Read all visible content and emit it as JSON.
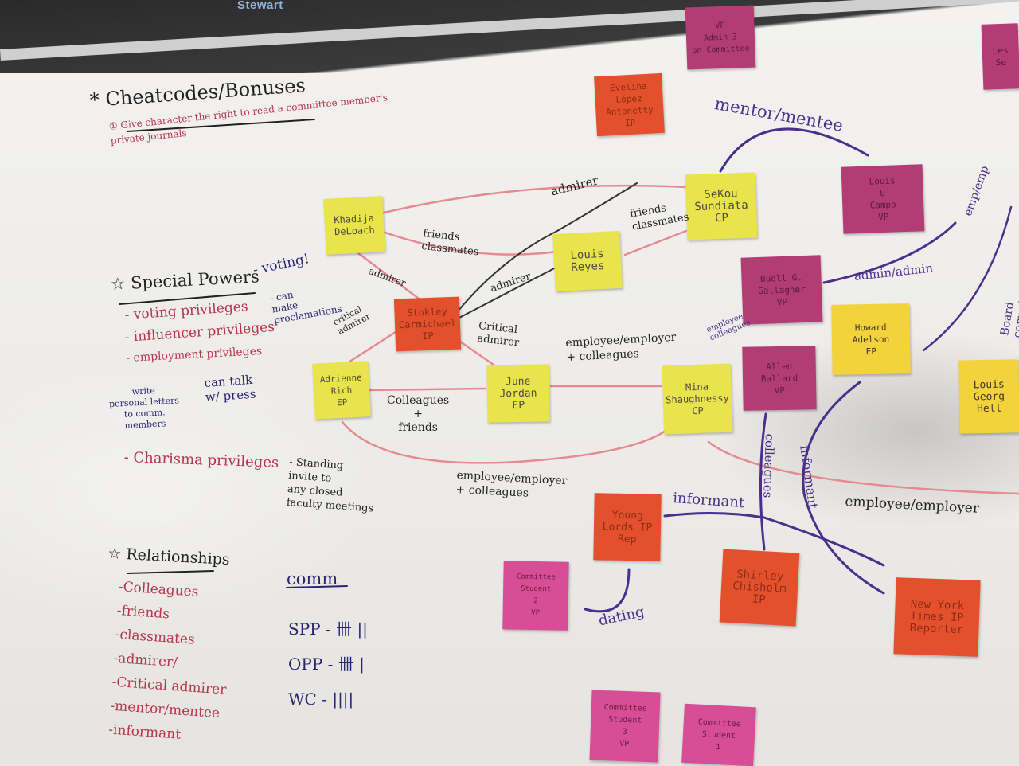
{
  "board": {
    "brand": "Stewart",
    "notes": [
      {
        "id": "vp-admin3",
        "text": "VP\nAdmin 3\non Committee",
        "color": "purple"
      },
      {
        "id": "evelina",
        "text": "Evelina\nLópez\nAntonetty\nIP",
        "color": "orange"
      },
      {
        "id": "sekou",
        "text": "SeKou\nSundiata\nCP",
        "color": "yellow"
      },
      {
        "id": "khadija",
        "text": "Khadija\nDeLoach",
        "color": "yellow"
      },
      {
        "id": "louis-reyes",
        "text": "Louis\nReyes",
        "color": "yellow"
      },
      {
        "id": "stokley",
        "text": "Stokley\nCarmichael\nIP",
        "color": "orange"
      },
      {
        "id": "adrienne",
        "text": "Adrienne\nRich\nEP",
        "color": "yellow"
      },
      {
        "id": "june",
        "text": "June\nJordan\nEP",
        "color": "yellow"
      },
      {
        "id": "mina",
        "text": "Mina\nShaughnessy\nCP",
        "color": "yellow"
      },
      {
        "id": "louis-campo",
        "text": "Louis\nU\nCampo\nVP",
        "color": "purple"
      },
      {
        "id": "buell",
        "text": "Buell G.\nGallagher\nVP",
        "color": "purple"
      },
      {
        "id": "howard",
        "text": "Howard\nAdelson\nEP",
        "color": "amber"
      },
      {
        "id": "allen",
        "text": "Allen\nBallard\nVP",
        "color": "purple"
      },
      {
        "id": "louis-george",
        "text": "Louis\nGeorg\nHell",
        "color": "amber"
      },
      {
        "id": "les-se",
        "text": "Les\nSe",
        "color": "purple"
      },
      {
        "id": "young-lords",
        "text": "Young\nLords IP\nRep",
        "color": "orange"
      },
      {
        "id": "committee-student-2",
        "text": "Committee\nStudent\n2\nVP",
        "color": "pink"
      },
      {
        "id": "shirley",
        "text": "Shirley\nChisholm\nIP",
        "color": "orange"
      },
      {
        "id": "nyt",
        "text": "New York\nTimes IP\nReporter",
        "color": "orange"
      },
      {
        "id": "committee-student-3",
        "text": "Committee\nStudent\n3\nVP",
        "color": "pink"
      },
      {
        "id": "committee-student-1",
        "text": "Committee\nStudent\n1",
        "color": "pink"
      }
    ],
    "handwriting": {
      "cheatcodes_title": "* Cheatcodes/Bonuses",
      "cheatcodes_item": "① Give character the right to read a committee member's\nprivate journals",
      "special_powers_title": "☆ Special Powers",
      "voting": "- voting privileges",
      "voting_note": "- voting!",
      "influencer": "- influencer privileges",
      "can_make": "- can\nmake\nproclamations",
      "employment": "- employment privileges",
      "can_talk": "can talk\nw/ press",
      "write_letters": "write\npersonal letters\nto comm.\nmembers",
      "charisma": "- Charisma privileges",
      "standing_invite": "- Standing\ninvite to\nany closed\nfaculty meetings",
      "relationships_title": "☆ Relationships",
      "rel_list": "-Colleagues\n-friends\n-classmates\n-admirer/\n-Critical admirer\n-mentor/mentee\n-informant",
      "comm_title": "comm",
      "comm_lines": "SPP - 卌 ||\nOPP - 卌 |\nWC - ||||"
    },
    "edge_labels": {
      "admirer_top": "admirer",
      "friends_classmates": "friends\nclassmates",
      "friends_classmates_2": "friends\nclassmates",
      "admirer_left": "admirer",
      "admirer_mid": "admirer",
      "critical_admirer_left": "critical\nadmirer",
      "critical_admirer_right": "Critical\nadmirer",
      "colleagues_friends": "Colleagues\n+\nfriends",
      "employee_employer_top": "employee/employer\n+ colleagues",
      "employee_employer_bottom": "employee/employer\n+ colleagues",
      "employee_employer_right": "employee/employer",
      "mentor_mentee": "mentor/mentee",
      "informant_left": "informant",
      "informant_right": "informant",
      "colleagues_vertical": "colleagues",
      "dating": "dating",
      "employee_colleagues_small": "employee\ncolleagues",
      "admin_admin": "admin/admin",
      "emp_emp": "emp/emp",
      "board_committee": "Board committee"
    }
  }
}
